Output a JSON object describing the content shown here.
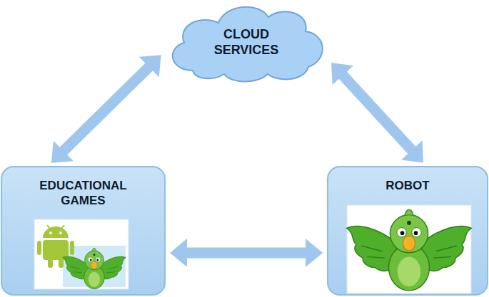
{
  "diagram": {
    "nodes": [
      {
        "text": [
          "CLOUD SERVICES"
        ]
      },
      {
        "text": [
          "EDUCATIONAL GAMES"
        ]
      },
      {
        "text": [
          "ROBOT"
        ]
      }
    ],
    "edges": [
      {
        "from": 1,
        "to": 0,
        "arrow": "both"
      },
      {
        "from": 2,
        "to": 0,
        "arrow": "both"
      },
      {
        "from": 1,
        "to": 2,
        "arrow": "both"
      }
    ]
  }
}
